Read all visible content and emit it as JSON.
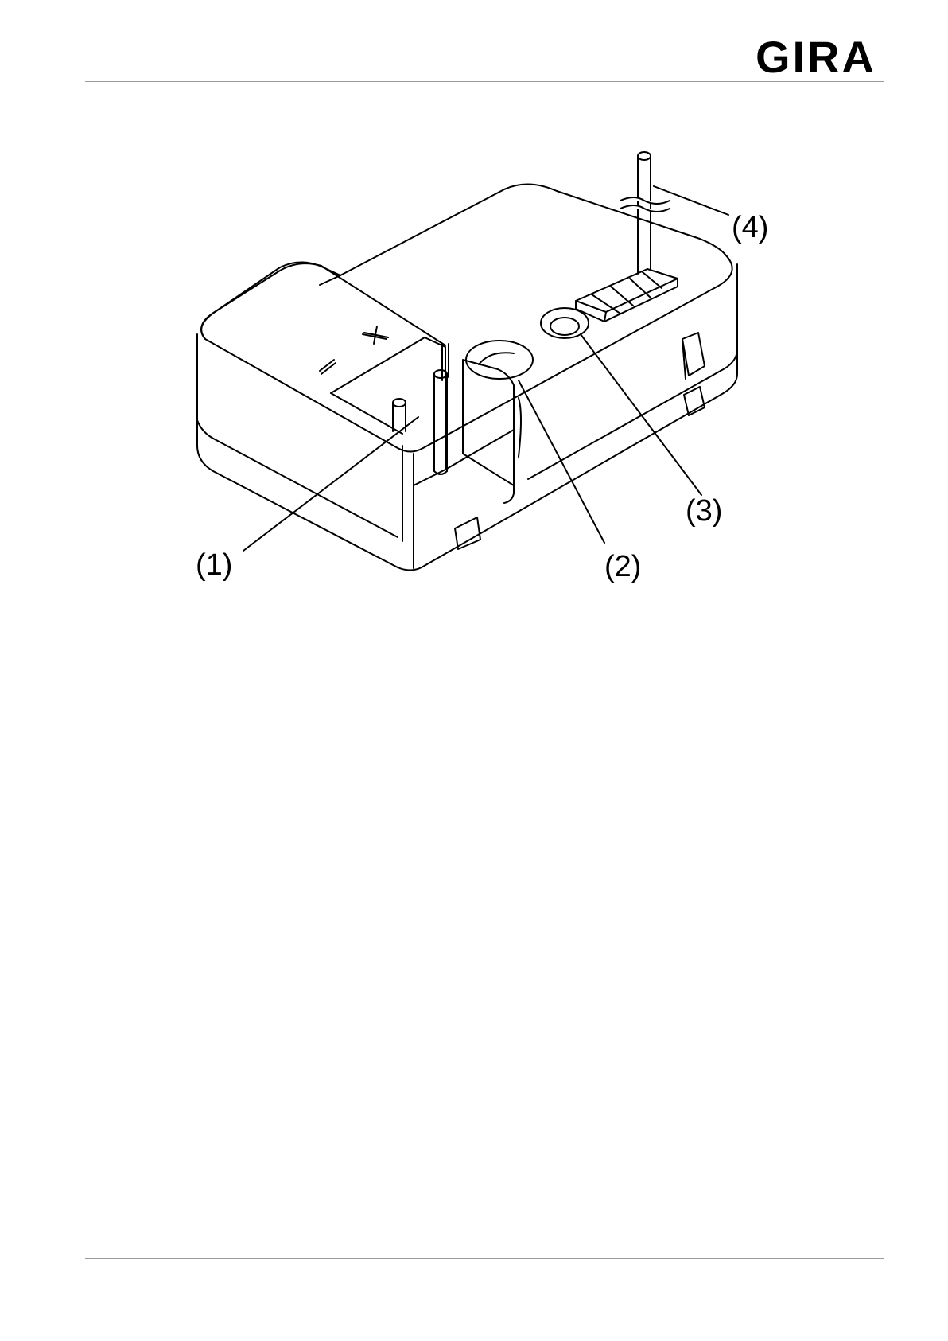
{
  "header": {
    "brand": "GIRA",
    "colors": {
      "line": "#9a9a9a",
      "ink": "#000000"
    }
  },
  "figure": {
    "icon": "device-line-drawing",
    "polarity_plus": "+",
    "polarity_minus": "–",
    "callouts": [
      "(1)",
      "(2)",
      "(3)",
      "(4)"
    ]
  }
}
